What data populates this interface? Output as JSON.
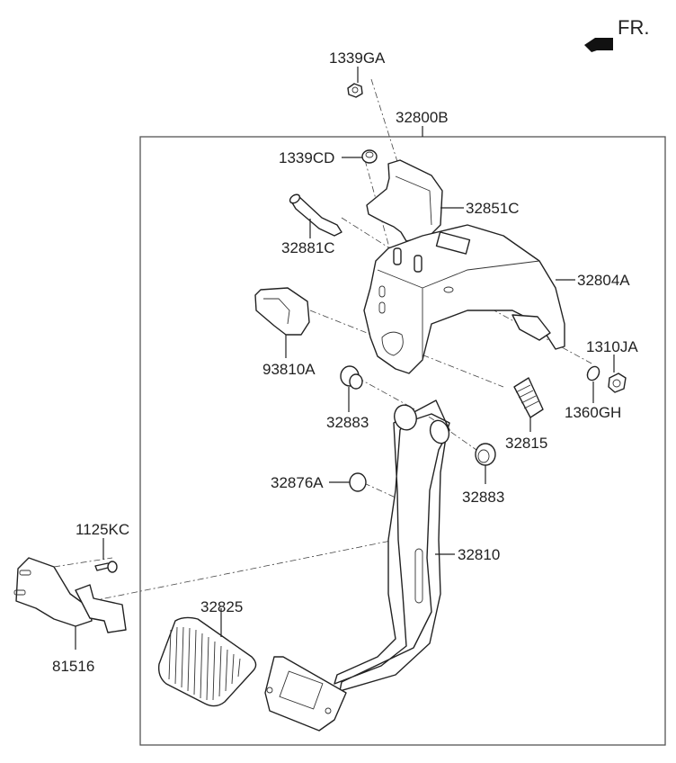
{
  "diagram": {
    "title": "Brake Pedal Assembly",
    "direction_marker": {
      "label": "FR.",
      "icon": "front-arrow-icon"
    },
    "assembly_label": "32800B",
    "parts": [
      {
        "id": "p1339GA",
        "label": "1339GA",
        "name": "nut"
      },
      {
        "id": "p1339CD",
        "label": "1339CD",
        "name": "nut"
      },
      {
        "id": "p32851C",
        "label": "32851C",
        "name": "bracket"
      },
      {
        "id": "p32881C",
        "label": "32881C",
        "name": "bolt"
      },
      {
        "id": "p32804A",
        "label": "32804A",
        "name": "pedal-member"
      },
      {
        "id": "p93810A",
        "label": "93810A",
        "name": "stop-lamp-switch"
      },
      {
        "id": "p1310JA",
        "label": "1310JA",
        "name": "nut"
      },
      {
        "id": "p1360GH",
        "label": "1360GH",
        "name": "washer"
      },
      {
        "id": "p32883a",
        "label": "32883",
        "name": "bushing"
      },
      {
        "id": "p32815",
        "label": "32815",
        "name": "return-spring"
      },
      {
        "id": "p32883b",
        "label": "32883",
        "name": "bushing"
      },
      {
        "id": "p32876A",
        "label": "32876A",
        "name": "stopper"
      },
      {
        "id": "p1125KC",
        "label": "1125KC",
        "name": "bolt"
      },
      {
        "id": "p32810",
        "label": "32810",
        "name": "pedal-arm"
      },
      {
        "id": "p81516",
        "label": "81516",
        "name": "bracket"
      },
      {
        "id": "p32825",
        "label": "32825",
        "name": "pedal-pad"
      }
    ]
  }
}
